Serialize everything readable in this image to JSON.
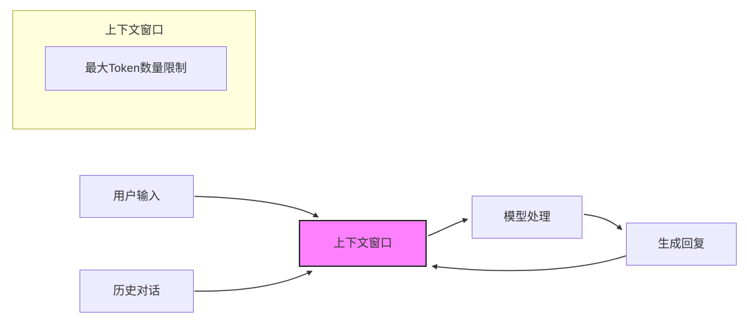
{
  "diagram": {
    "type": "flowchart",
    "subgraph": {
      "title": "上下文窗口",
      "node": "最大Token数量限制"
    },
    "nodes": {
      "user_input": "用户输入",
      "history_dialogue": "历史对话",
      "context_window": "上下文窗口",
      "model_processing": "模型处理",
      "generate_reply": "生成回复"
    },
    "edges": [
      {
        "from": "用户输入",
        "to": "上下文窗口"
      },
      {
        "from": "历史对话",
        "to": "上下文窗口"
      },
      {
        "from": "上下文窗口",
        "to": "模型处理"
      },
      {
        "from": "模型处理",
        "to": "生成回复"
      },
      {
        "from": "生成回复",
        "to": "上下文窗口"
      }
    ],
    "colors": {
      "node_fill": "#ECECFF",
      "node_border": "#9370DB",
      "subgraph_fill": "#FFFFDE",
      "subgraph_border": "#AAAA33",
      "highlight_fill": "#FF80FF",
      "highlight_border": "#2F2F2F",
      "edge_stroke": "#333333"
    }
  }
}
